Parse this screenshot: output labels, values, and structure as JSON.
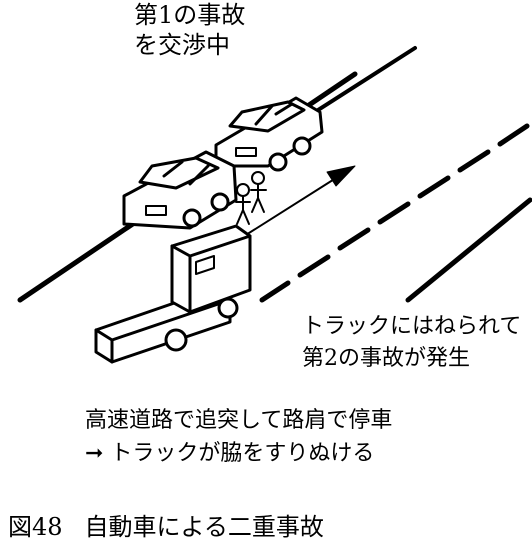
{
  "labels": {
    "first_accident_line1": "第1の事故",
    "first_accident_line2": "を交渉中",
    "second_accident_line1": "トラックにはねられて",
    "second_accident_line2": "第2の事故が発生",
    "situation_line1": "高速道路で追突して路肩で停車",
    "situation_line2": "➞ トラックが脇をすりぬける"
  },
  "caption": {
    "figure_number": "図48",
    "title": "自動車による二重事故"
  },
  "icons": [
    "car-front",
    "car-rear",
    "truck",
    "person",
    "direction-arrow"
  ]
}
